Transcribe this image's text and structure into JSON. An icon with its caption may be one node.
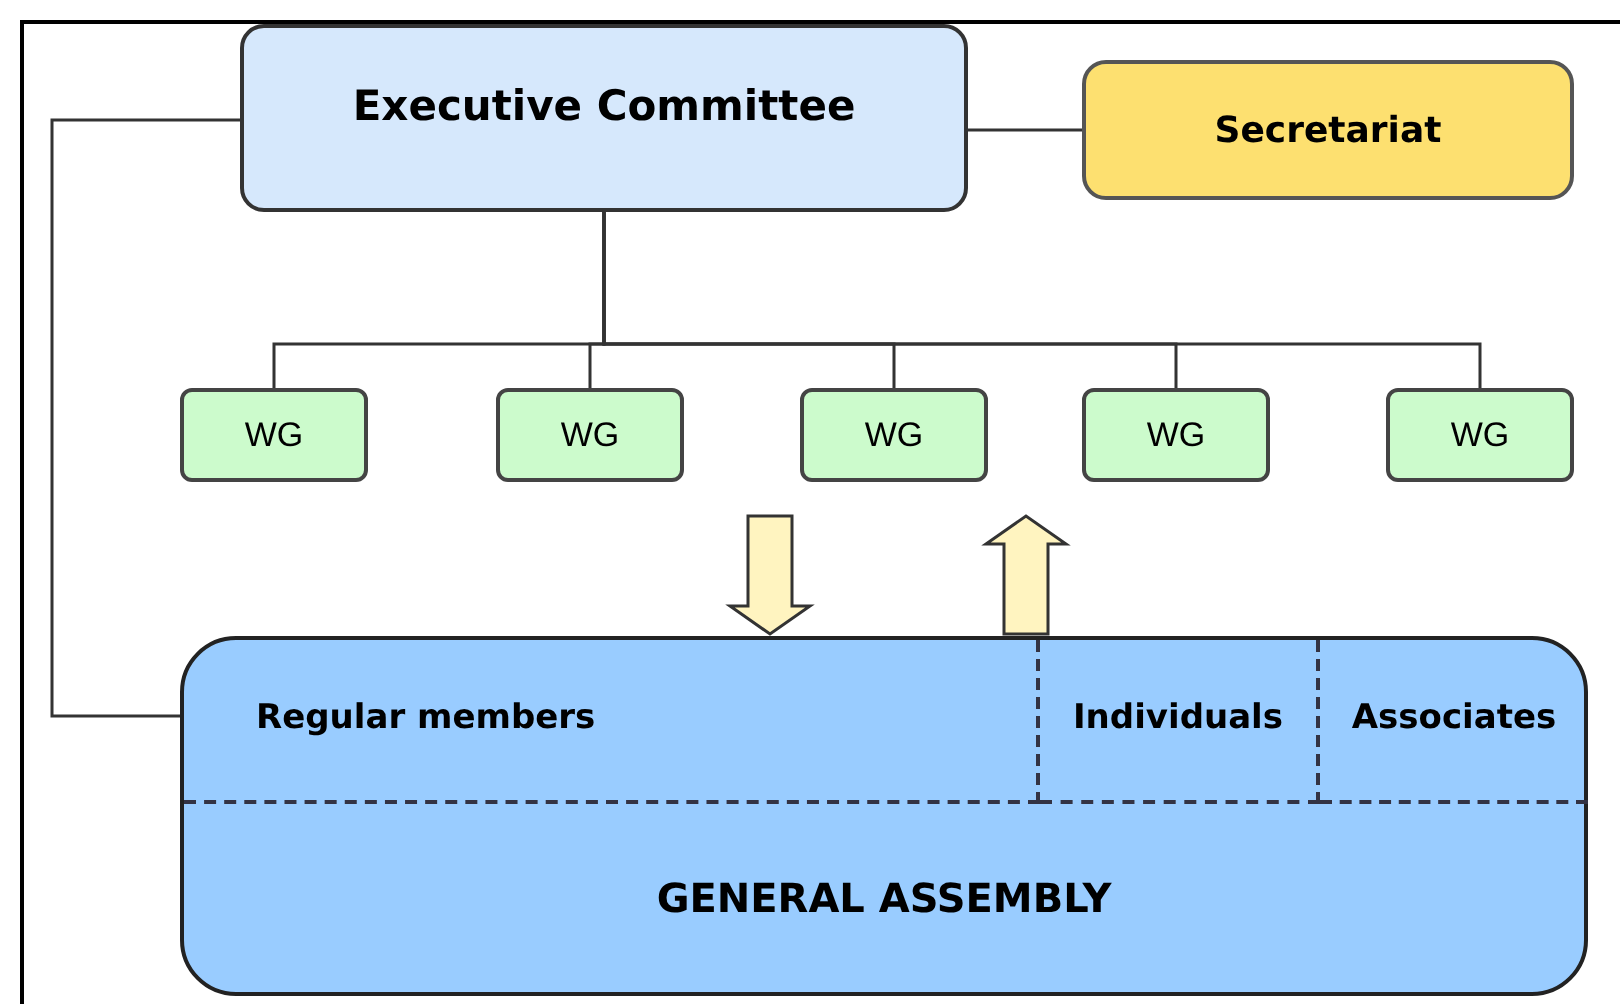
{
  "diagram": {
    "nodes": [
      {
        "text": [
          "Executive Committee"
        ]
      },
      {
        "text": [
          "Secretariat"
        ]
      },
      {
        "text": [
          "WG"
        ]
      },
      {
        "text": [
          "WG"
        ]
      },
      {
        "text": [
          "WG"
        ]
      },
      {
        "text": [
          "WG"
        ]
      },
      {
        "text": [
          "WG"
        ]
      },
      {
        "text": [
          "GENERAL ASSEMBLY"
        ]
      },
      {
        "text": [
          "Regular members"
        ],
        "in": 7
      },
      {
        "text": [
          "Individuals"
        ],
        "in": 7
      },
      {
        "text": [
          "Associates"
        ],
        "in": 7
      }
    ],
    "edges": [
      {
        "from": 0,
        "to": 1,
        "arrow": "none"
      },
      {
        "from": 0,
        "to": 2,
        "arrow": "none"
      },
      {
        "from": 0,
        "to": 3,
        "arrow": "none"
      },
      {
        "from": 0,
        "to": 4,
        "arrow": "none"
      },
      {
        "from": 0,
        "to": 5,
        "arrow": "none"
      },
      {
        "from": 0,
        "to": 6,
        "arrow": "none"
      },
      {
        "from": 0,
        "to": 7,
        "arrow": "none"
      },
      {
        "from": null,
        "to": 7,
        "arrow": "to",
        "style": "thick",
        "color": "#fff4c0"
      },
      {
        "from": 7,
        "to": null,
        "arrow": "to",
        "style": "thick",
        "color": "#fff4c0"
      }
    ]
  }
}
